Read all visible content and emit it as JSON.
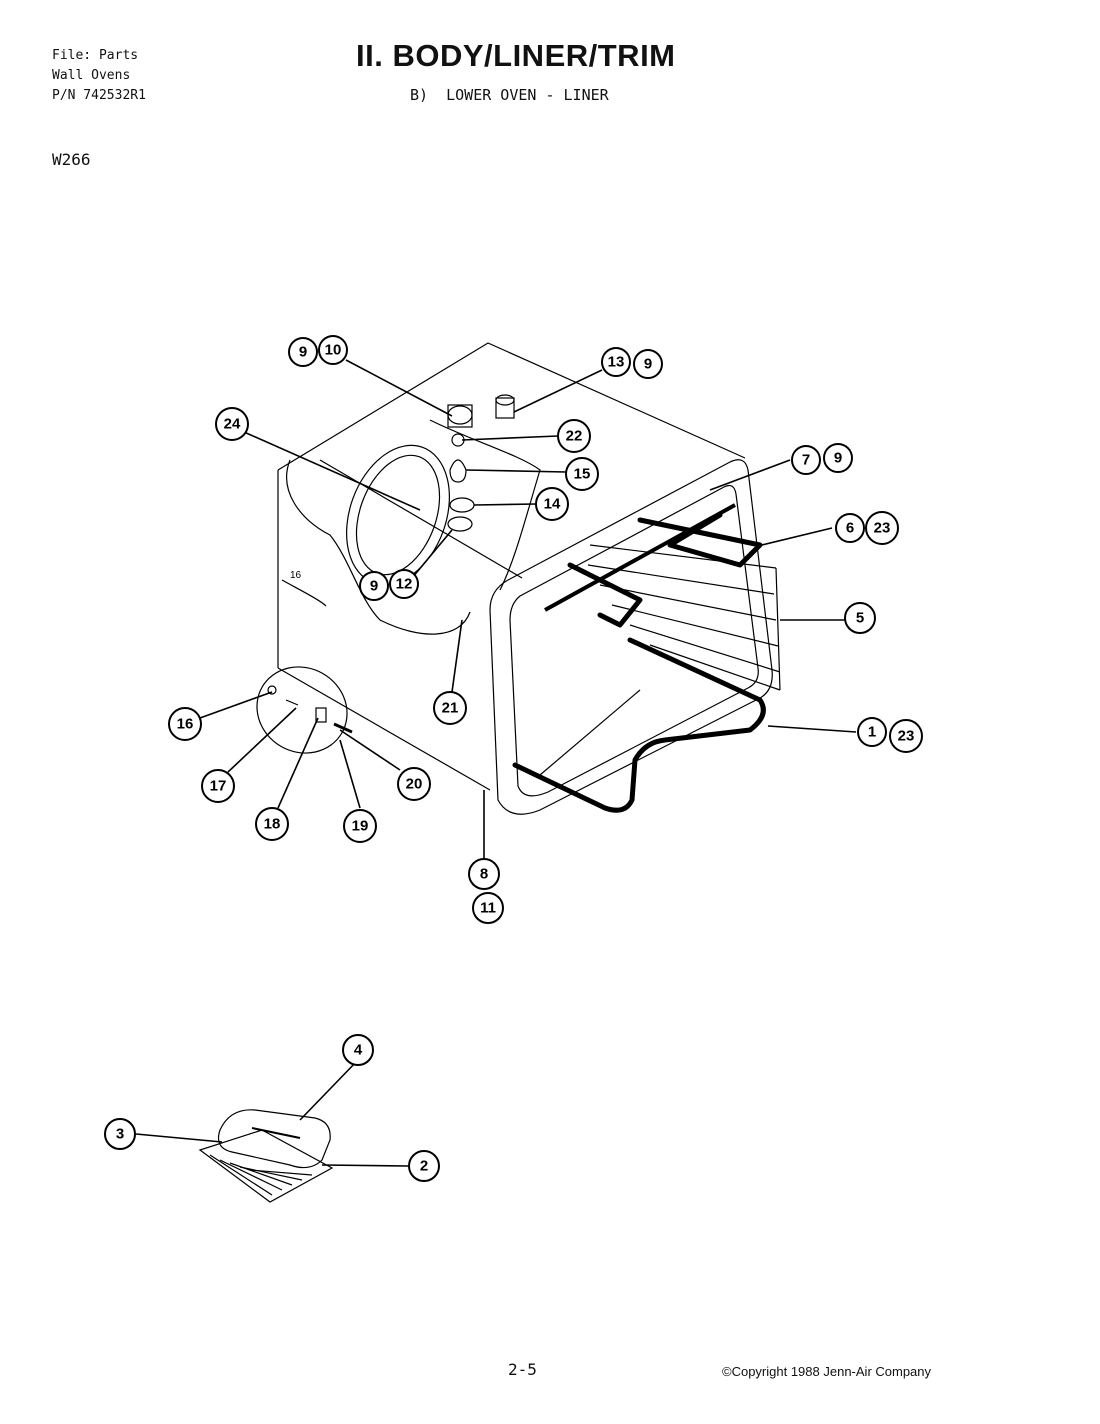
{
  "header": {
    "file_line": "File: Parts",
    "category_line": "Wall Ovens",
    "part_number_line": "P/N 742532R1",
    "title": "II. BODY/LINER/TRIM",
    "subtitle": "B)  LOWER OVEN - LINER",
    "model": "W266"
  },
  "footer": {
    "page_number": "2-5",
    "copyright": "©Copyright 1988 Jenn-Air Company"
  },
  "callouts": {
    "c9a": "9",
    "c10": "10",
    "c13": "13",
    "c9b": "9",
    "c24": "24",
    "c22": "22",
    "c15": "15",
    "c14": "14",
    "c7": "7",
    "c9c": "9",
    "c6": "6",
    "c23a": "23",
    "c9d": "9",
    "c12": "12",
    "c5": "5",
    "c21": "21",
    "c16": "16",
    "c1": "1",
    "c23b": "23",
    "c17": "17",
    "c20": "20",
    "c18": "18",
    "c19": "19",
    "c8": "8",
    "c11": "11",
    "c4": "4",
    "c3": "3",
    "c2": "2"
  },
  "part_label": "16"
}
